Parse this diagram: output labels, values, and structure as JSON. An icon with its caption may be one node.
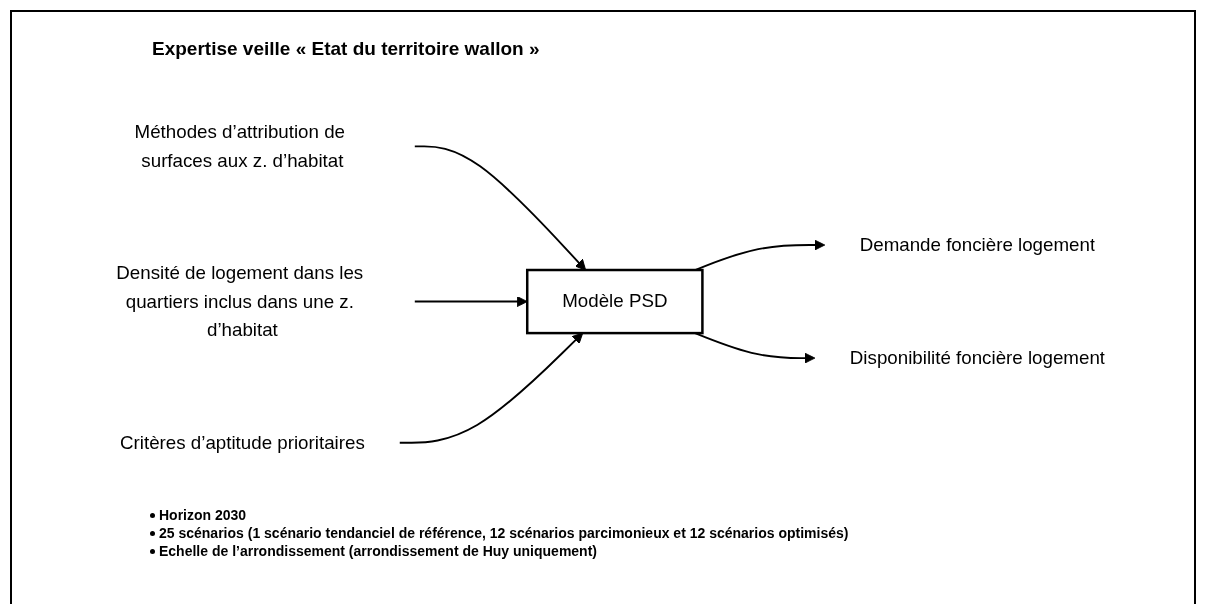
{
  "diagram": {
    "title": "Expertise veille « Etat du territoire wallon »",
    "nodes": [
      {
        "text": [
          "Méthodes d’attribution de surfaces aux z. d’habitat"
        ]
      },
      {
        "text": [
          "Densité de logement dans les quartiers inclus dans une z. d’habitat"
        ]
      },
      {
        "text": [
          "Critères d’aptitude prioritaires"
        ]
      },
      {
        "text": [
          "Modèle PSD"
        ]
      },
      {
        "text": [
          "Demande foncière logement"
        ]
      },
      {
        "text": [
          "Disponibilité foncière logement"
        ]
      }
    ],
    "edges": [
      {
        "from": 0,
        "to": 3,
        "arrow": "to"
      },
      {
        "from": 1,
        "to": 3,
        "arrow": "to"
      },
      {
        "from": 2,
        "to": 3,
        "arrow": "to"
      },
      {
        "from": 3,
        "to": 4,
        "arrow": "to"
      },
      {
        "from": 3,
        "to": 5,
        "arrow": "to"
      }
    ],
    "labels": [
      "Horizon 2030",
      "25 scénarios (1 scénario tendanciel de référence, 12 scénarios parcimonieux et 12 scénarios optimisés)",
      "Echelle de l’arrondissement (arrondissement de Huy uniquement)"
    ]
  }
}
